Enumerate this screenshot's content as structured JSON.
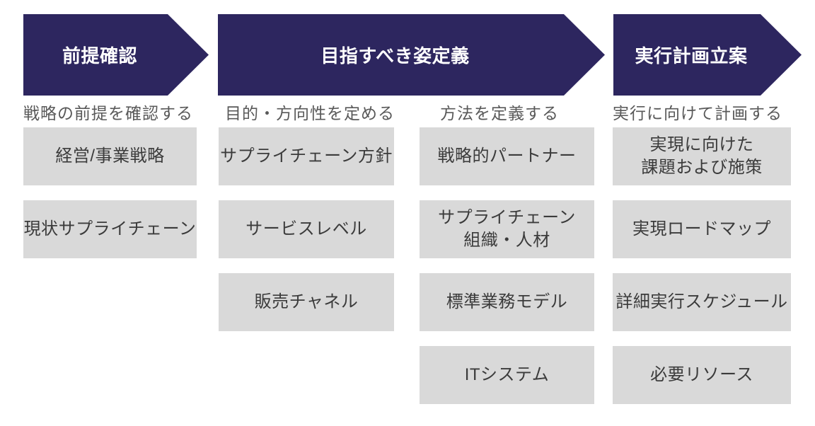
{
  "colors": {
    "background": "#ffffff",
    "arrow": "#2d265f",
    "arrow_text": "#ffffff",
    "box": "#d9d9d9",
    "box_text": "#3b3b3b",
    "subtitle_text": "#595959"
  },
  "phases": [
    {
      "title": "前提確認"
    },
    {
      "title": "目指すべき姿定義"
    },
    {
      "title": "実行計画立案"
    }
  ],
  "columns": [
    {
      "subtitle": "戦略の前提を確認する",
      "boxes": [
        [
          "経営/事業戦略"
        ],
        [
          "現状サプライチェーン"
        ]
      ]
    },
    {
      "subtitle": "目的・方向性を定める",
      "boxes": [
        [
          "サプライチェーン方針"
        ],
        [
          "サービスレベル"
        ],
        [
          "販売チャネル"
        ]
      ]
    },
    {
      "subtitle": "方法を定義する",
      "boxes": [
        [
          "戦略的パートナー"
        ],
        [
          "サプライチェーン",
          "組織・人材"
        ],
        [
          "標準業務モデル"
        ],
        [
          "ITシステム"
        ]
      ]
    },
    {
      "subtitle": "実行に向けて計画する",
      "boxes": [
        [
          "実現に向けた",
          "課題および施策"
        ],
        [
          "実現ロードマップ"
        ],
        [
          "詳細実行スケジュール"
        ],
        [
          "必要リソース"
        ]
      ]
    }
  ]
}
